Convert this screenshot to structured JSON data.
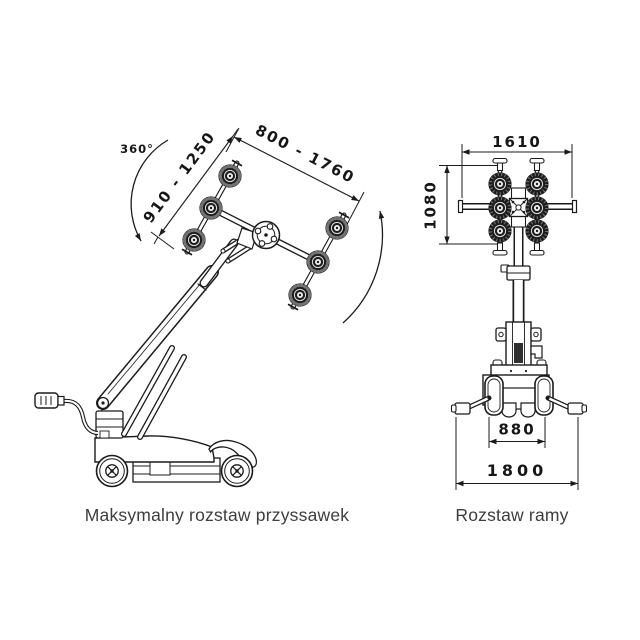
{
  "window": {
    "background": "#ffffff"
  },
  "palette": {
    "line": "#1b1b1b",
    "dim_text": "#161616",
    "caption_text": "#3d3d3d",
    "suction_cup_fill": "#1d1d1d"
  },
  "side_view": {
    "caption": "Maksymalny rozstaw przyssawek",
    "dimensions": {
      "rotation": "360°",
      "pad_row_spread": "910 - 1250",
      "pad_column_spread": "800 - 1760"
    }
  },
  "front_view": {
    "caption": "Rozstaw ramy",
    "dimensions": {
      "crossbar_width": "1610",
      "pad_field_height": "1080",
      "wheel_track": "880",
      "outrigger_span": "1800"
    }
  }
}
